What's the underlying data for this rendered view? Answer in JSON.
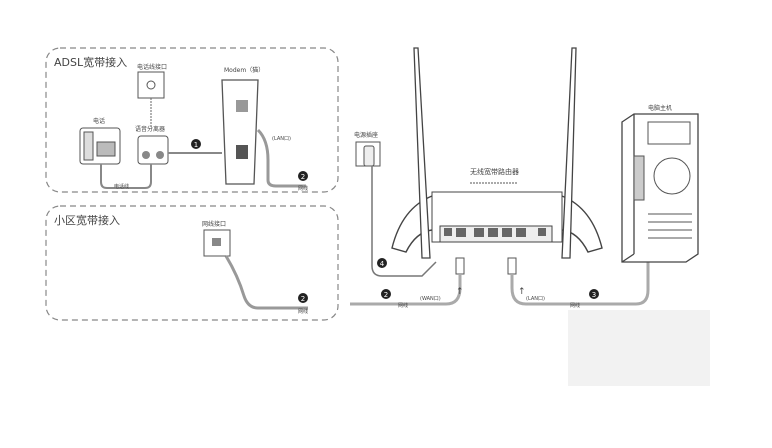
{
  "adsl": {
    "title": "ADSL宽带接入",
    "phone_wall_port": "电话线接口",
    "phone": "电话",
    "splitter": "语音分离器",
    "modem": "Modem（猫）",
    "modem_lan": "(LAN口)",
    "phone_line": "电话线",
    "step1": "1",
    "step2": "2",
    "cable": "网线"
  },
  "community": {
    "title": "小区宽带接入",
    "port": "网线接口",
    "step2": "2",
    "cable": "网线"
  },
  "router": {
    "power_socket": "电源插座",
    "name": "无线宽带路由器",
    "computer": "电脑主机",
    "wan": "(WAN口)",
    "lan": "(LAN口)",
    "step2": "2",
    "step3": "3",
    "step4": "4",
    "cable_wan": "网线",
    "cable_lan": "网线"
  }
}
